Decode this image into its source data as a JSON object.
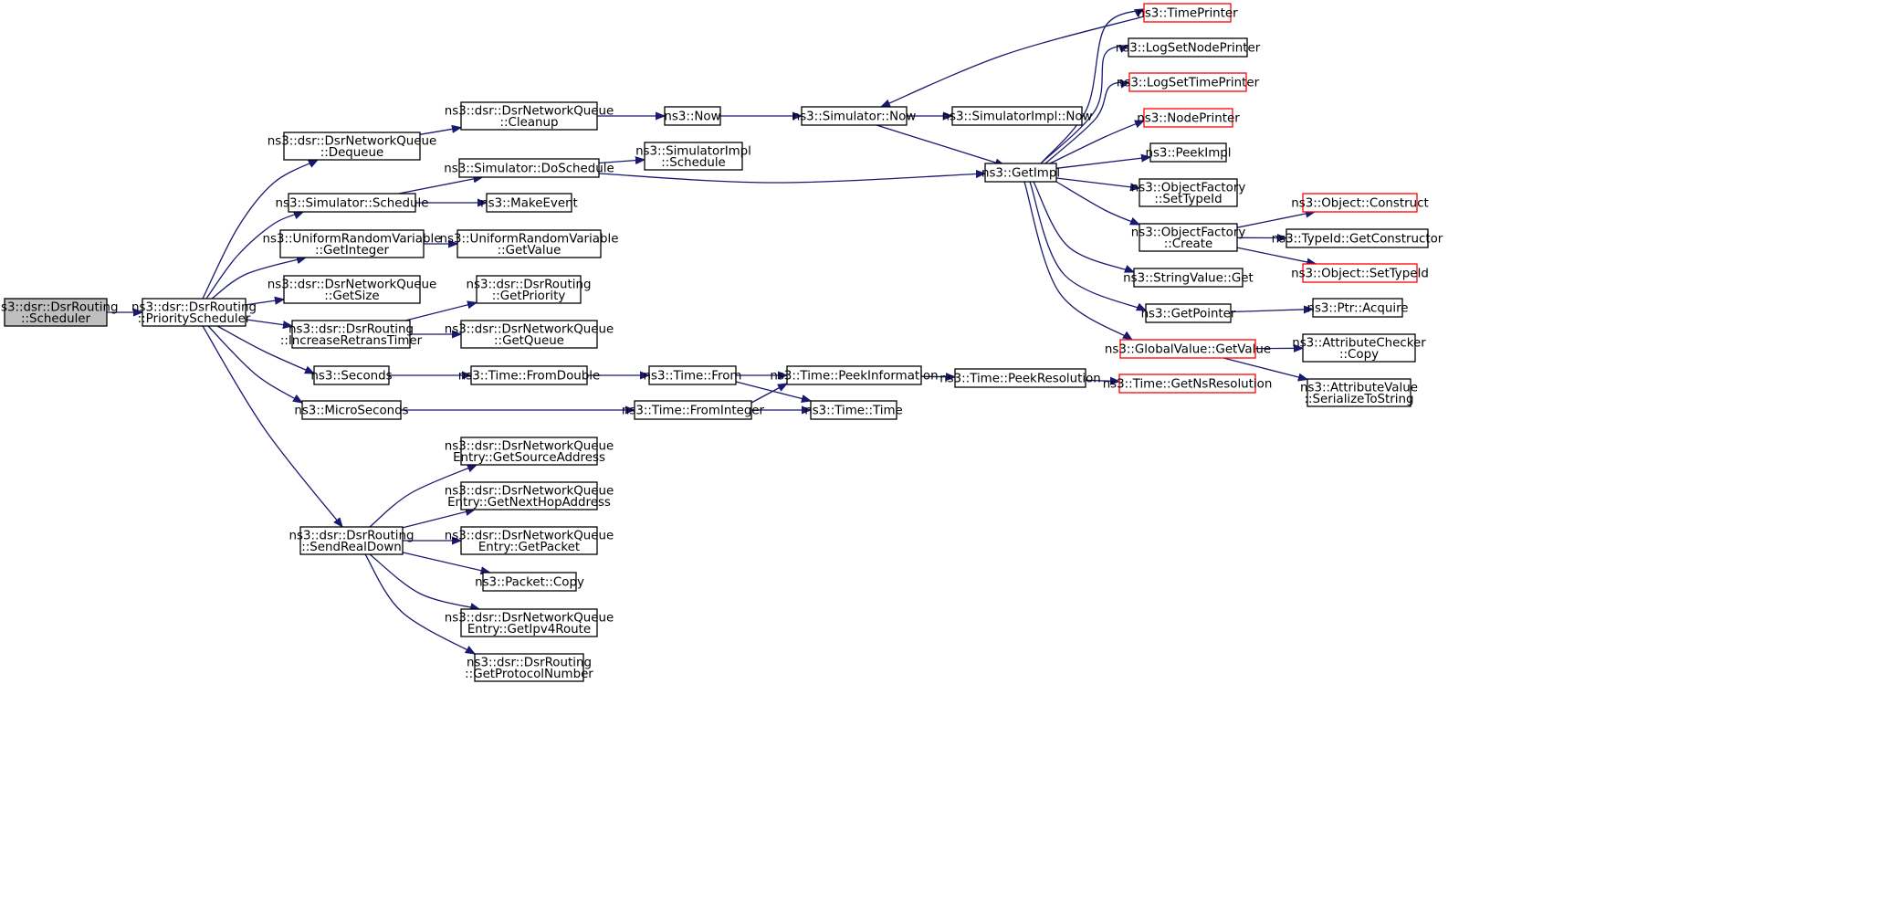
{
  "graph": {
    "nodes": [
      {
        "id": "scheduler",
        "lines": [
          "ns3::dsr::DsrRouting",
          "::Scheduler"
        ],
        "root": true
      },
      {
        "id": "priority",
        "lines": [
          "ns3::dsr::DsrRouting",
          "::PriorityScheduler"
        ]
      },
      {
        "id": "dequeue",
        "lines": [
          "ns3::dsr::DsrNetworkQueue",
          "::Dequeue"
        ]
      },
      {
        "id": "schedule",
        "lines": [
          "ns3::Simulator::Schedule"
        ]
      },
      {
        "id": "getinteger",
        "lines": [
          "ns3::UniformRandomVariable",
          "::GetInteger"
        ]
      },
      {
        "id": "getsize",
        "lines": [
          "ns3::dsr::DsrNetworkQueue",
          "::GetSize"
        ]
      },
      {
        "id": "increase",
        "lines": [
          "ns3::dsr::DsrRouting",
          "::IncreaseRetransTimer"
        ]
      },
      {
        "id": "seconds",
        "lines": [
          "ns3::Seconds"
        ]
      },
      {
        "id": "microseconds",
        "lines": [
          "ns3::MicroSeconds"
        ]
      },
      {
        "id": "sendrealdown",
        "lines": [
          "ns3::dsr::DsrRouting",
          "::SendRealDown"
        ]
      },
      {
        "id": "cleanup",
        "lines": [
          "ns3::dsr::DsrNetworkQueue",
          "::Cleanup"
        ]
      },
      {
        "id": "doschedule",
        "lines": [
          "ns3::Simulator::DoSchedule"
        ]
      },
      {
        "id": "makeevent",
        "lines": [
          "ns3::MakeEvent"
        ]
      },
      {
        "id": "getvalue_urv",
        "lines": [
          "ns3::UniformRandomVariable",
          "::GetValue"
        ]
      },
      {
        "id": "getpriority",
        "lines": [
          "ns3::dsr::DsrRouting",
          "::GetPriority"
        ]
      },
      {
        "id": "getqueue",
        "lines": [
          "ns3::dsr::DsrNetworkQueue",
          "::GetQueue"
        ]
      },
      {
        "id": "fromdouble",
        "lines": [
          "ns3::Time::FromDouble"
        ]
      },
      {
        "id": "getsourceaddress",
        "lines": [
          "ns3::dsr::DsrNetworkQueue",
          "Entry::GetSourceAddress"
        ]
      },
      {
        "id": "getnexthop",
        "lines": [
          "ns3::dsr::DsrNetworkQueue",
          "Entry::GetNextHopAddress"
        ]
      },
      {
        "id": "getpacket",
        "lines": [
          "ns3::dsr::DsrNetworkQueue",
          "Entry::GetPacket"
        ]
      },
      {
        "id": "packetcopy",
        "lines": [
          "ns3::Packet::Copy"
        ]
      },
      {
        "id": "getipv4route",
        "lines": [
          "ns3::dsr::DsrNetworkQueue",
          "Entry::GetIpv4Route"
        ]
      },
      {
        "id": "getprotocol",
        "lines": [
          "ns3::dsr::DsrRouting",
          "::GetProtocolNumber"
        ]
      },
      {
        "id": "now",
        "lines": [
          "ns3::Now"
        ]
      },
      {
        "id": "simimplschedule",
        "lines": [
          "ns3::SimulatorImpl",
          "::Schedule"
        ]
      },
      {
        "id": "timefrom",
        "lines": [
          "ns3::Time::From"
        ]
      },
      {
        "id": "frominteger",
        "lines": [
          "ns3::Time::FromInteger"
        ]
      },
      {
        "id": "simnow",
        "lines": [
          "ns3::Simulator::Now"
        ]
      },
      {
        "id": "peekinfo",
        "lines": [
          "ns3::Time::PeekInformation"
        ]
      },
      {
        "id": "timetime",
        "lines": [
          "ns3::Time::Time"
        ]
      },
      {
        "id": "simimplnow",
        "lines": [
          "ns3::SimulatorImpl::Now"
        ]
      },
      {
        "id": "getimpl",
        "lines": [
          "ns3::GetImpl"
        ]
      },
      {
        "id": "peekresolution",
        "lines": [
          "ns3::Time::PeekResolution"
        ]
      },
      {
        "id": "timeprinter",
        "lines": [
          "ns3::TimePrinter"
        ],
        "red": true
      },
      {
        "id": "logsetnodeprinter",
        "lines": [
          "ns3::LogSetNodePrinter"
        ]
      },
      {
        "id": "logsettimeprinter",
        "lines": [
          "ns3::LogSetTimePrinter"
        ],
        "red": true
      },
      {
        "id": "nodeprinter",
        "lines": [
          "ns3::NodePrinter"
        ],
        "red": true
      },
      {
        "id": "peekimpl",
        "lines": [
          "ns3::PeekImpl"
        ]
      },
      {
        "id": "settypeid_of",
        "lines": [
          "ns3::ObjectFactory",
          "::SetTypeId"
        ]
      },
      {
        "id": "ofcreate",
        "lines": [
          "ns3::ObjectFactory",
          "::Create"
        ]
      },
      {
        "id": "stringvalueget",
        "lines": [
          "ns3::StringValue::Get"
        ]
      },
      {
        "id": "getpointer",
        "lines": [
          "ns3::GetPointer"
        ]
      },
      {
        "id": "globalvalueget",
        "lines": [
          "ns3::GlobalValue::GetValue"
        ],
        "red": true
      },
      {
        "id": "getnsresolution",
        "lines": [
          "ns3::Time::GetNsResolution"
        ],
        "red": true
      },
      {
        "id": "objconstruct",
        "lines": [
          "ns3::Object::Construct"
        ],
        "red": true
      },
      {
        "id": "getconstructor",
        "lines": [
          "ns3::TypeId::GetConstructor"
        ]
      },
      {
        "id": "objsettypeid",
        "lines": [
          "ns3::Object::SetTypeId"
        ],
        "red": true
      },
      {
        "id": "ptracquire",
        "lines": [
          "ns3::Ptr::Acquire"
        ]
      },
      {
        "id": "attrcheckercopy",
        "lines": [
          "ns3::AttributeChecker",
          "::Copy"
        ]
      },
      {
        "id": "attrvalueserialize",
        "lines": [
          "ns3::AttributeValue",
          "::SerializeToString"
        ]
      }
    ],
    "edges": [
      [
        "scheduler",
        "priority"
      ],
      [
        "priority",
        "dequeue"
      ],
      [
        "priority",
        "schedule"
      ],
      [
        "priority",
        "getinteger"
      ],
      [
        "priority",
        "getsize"
      ],
      [
        "priority",
        "increase"
      ],
      [
        "priority",
        "seconds"
      ],
      [
        "priority",
        "microseconds"
      ],
      [
        "priority",
        "sendrealdown"
      ],
      [
        "dequeue",
        "cleanup"
      ],
      [
        "cleanup",
        "now"
      ],
      [
        "now",
        "simnow"
      ],
      [
        "simnow",
        "simimplnow"
      ],
      [
        "simnow",
        "getimpl"
      ],
      [
        "schedule",
        "doschedule"
      ],
      [
        "schedule",
        "makeevent"
      ],
      [
        "doschedule",
        "simimplschedule"
      ],
      [
        "doschedule",
        "getimpl"
      ],
      [
        "getinteger",
        "getvalue_urv"
      ],
      [
        "increase",
        "getpriority"
      ],
      [
        "increase",
        "getqueue"
      ],
      [
        "seconds",
        "fromdouble"
      ],
      [
        "fromdouble",
        "timefrom"
      ],
      [
        "timefrom",
        "peekinfo"
      ],
      [
        "timefrom",
        "timetime"
      ],
      [
        "microseconds",
        "frominteger"
      ],
      [
        "frominteger",
        "peekinfo"
      ],
      [
        "frominteger",
        "timetime"
      ],
      [
        "peekinfo",
        "peekresolution"
      ],
      [
        "peekresolution",
        "getnsresolution"
      ],
      [
        "sendrealdown",
        "getsourceaddress"
      ],
      [
        "sendrealdown",
        "getnexthop"
      ],
      [
        "sendrealdown",
        "getpacket"
      ],
      [
        "sendrealdown",
        "packetcopy"
      ],
      [
        "sendrealdown",
        "getipv4route"
      ],
      [
        "sendrealdown",
        "getprotocol"
      ],
      [
        "getimpl",
        "timeprinter"
      ],
      [
        "getimpl",
        "logsetnodeprinter"
      ],
      [
        "getimpl",
        "logsettimeprinter"
      ],
      [
        "getimpl",
        "nodeprinter"
      ],
      [
        "getimpl",
        "peekimpl"
      ],
      [
        "getimpl",
        "settypeid_of"
      ],
      [
        "getimpl",
        "ofcreate"
      ],
      [
        "getimpl",
        "stringvalueget"
      ],
      [
        "getimpl",
        "getpointer"
      ],
      [
        "getimpl",
        "globalvalueget"
      ],
      [
        "timeprinter",
        "simnow"
      ],
      [
        "ofcreate",
        "objconstruct"
      ],
      [
        "ofcreate",
        "getconstructor"
      ],
      [
        "ofcreate",
        "objsettypeid"
      ],
      [
        "getpointer",
        "ptracquire"
      ],
      [
        "globalvalueget",
        "attrcheckercopy"
      ],
      [
        "globalvalueget",
        "attrvalueserialize"
      ]
    ]
  }
}
